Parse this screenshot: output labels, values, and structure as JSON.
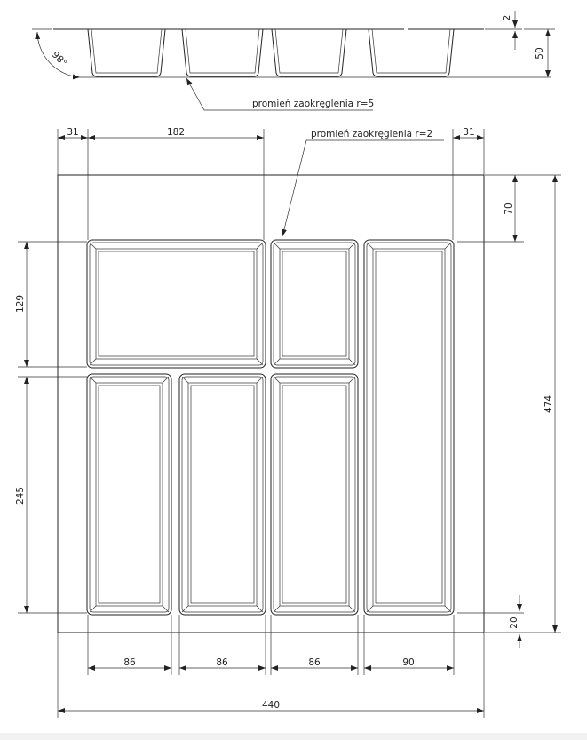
{
  "profile": {
    "angle_label": "98°",
    "thickness_label": "2",
    "height_label": "50",
    "radius_note": "promień zaokręglenia r=5"
  },
  "plan": {
    "radius_note": "promień zaokręglenia r=2",
    "dims": {
      "left_margin": "31",
      "top_pocket_width": "182",
      "right_margin": "31",
      "top_offset": "70",
      "top_pocket_height": "129",
      "bottom_pocket_height": "245",
      "total_depth": "474",
      "bottom_offset": "20",
      "bottom_widths": [
        "86",
        "86",
        "86",
        "90"
      ],
      "total_width": "440"
    }
  }
}
